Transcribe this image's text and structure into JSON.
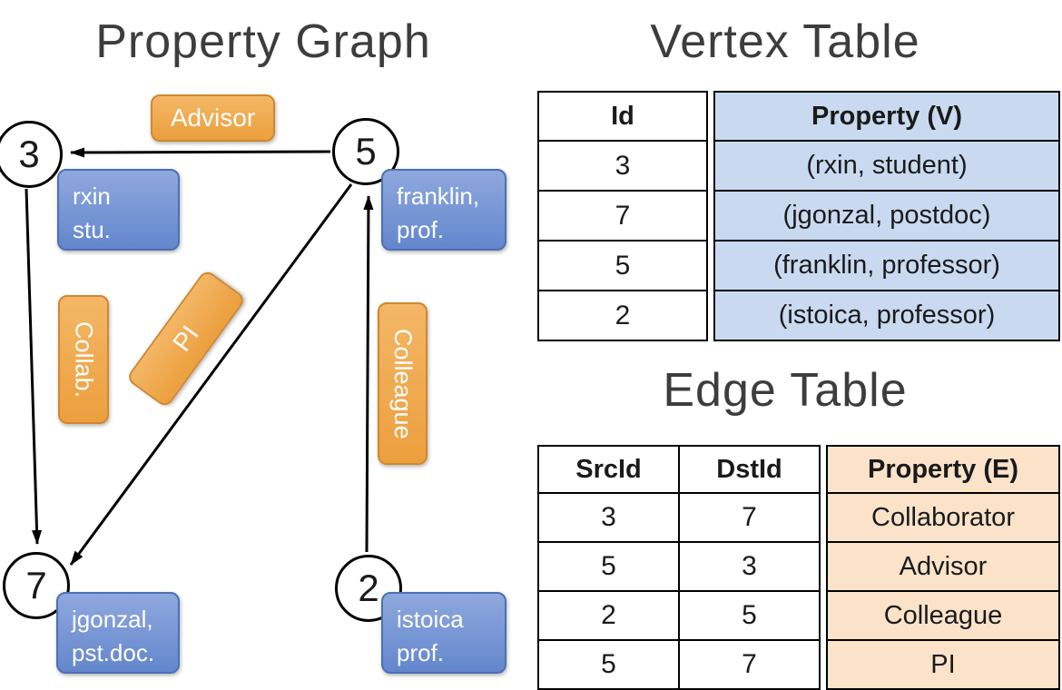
{
  "graph": {
    "title": "Property Graph",
    "nodes": [
      {
        "label": "3"
      },
      {
        "label": "5"
      },
      {
        "label": "7"
      },
      {
        "label": "2"
      }
    ],
    "vertex_props": [
      {
        "line1": "rxin",
        "line2": "stu."
      },
      {
        "line1": "franklin,",
        "line2": "prof."
      },
      {
        "line1": "jgonzal,",
        "line2": "pst.doc."
      },
      {
        "line1": "istoica",
        "line2": "prof."
      }
    ],
    "edge_labels": [
      "Advisor",
      "Collab.",
      "PI",
      "Colleague"
    ]
  },
  "vertex_table": {
    "title": "Vertex Table",
    "columns": [
      "Id",
      "Property (V)"
    ],
    "rows": [
      [
        "3",
        "(rxin, student)"
      ],
      [
        "7",
        "(jgonzal, postdoc)"
      ],
      [
        "5",
        "(franklin, professor)"
      ],
      [
        "2",
        "(istoica, professor)"
      ]
    ]
  },
  "edge_table": {
    "title": "Edge Table",
    "columns": [
      "SrcId",
      "DstId",
      "Property (E)"
    ],
    "rows": [
      [
        "3",
        "7",
        "Collaborator"
      ],
      [
        "5",
        "3",
        "Advisor"
      ],
      [
        "2",
        "5",
        "Colleague"
      ],
      [
        "5",
        "7",
        "PI"
      ]
    ]
  },
  "colors": {
    "vertex_box_blue": "#6386cc",
    "edge_box_orange": "#ec9f3e",
    "vertex_table_fill": "#c9daf0",
    "edge_table_fill": "#fbe3c9",
    "arrow_black": "#000000"
  }
}
